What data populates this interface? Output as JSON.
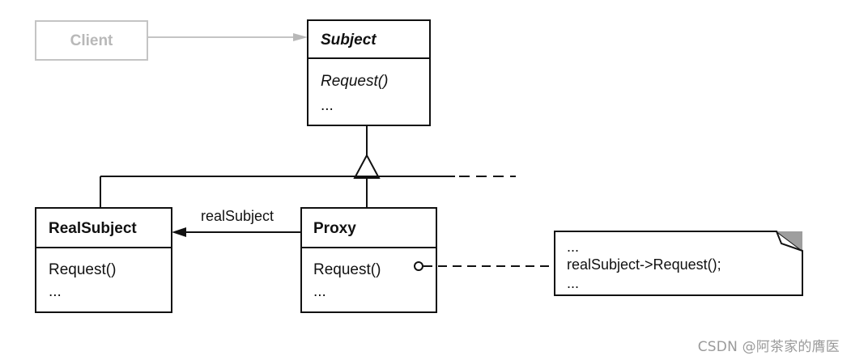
{
  "client": {
    "name": "Client"
  },
  "subject": {
    "name": "Subject",
    "operation": "Request()",
    "more": "..."
  },
  "real_subject": {
    "name": "RealSubject",
    "operation": "Request()",
    "more": "..."
  },
  "proxy": {
    "name": "Proxy",
    "operation": "Request()",
    "more": "..."
  },
  "association": {
    "label": "realSubject"
  },
  "note": {
    "lines": [
      "...",
      "realSubject->Request();",
      "..."
    ]
  },
  "watermark": "CSDN @阿茶家的膺医",
  "colors": {
    "line": "#111111",
    "client_gray": "#b8b8b8",
    "note_fold": "#9e9e9e"
  }
}
